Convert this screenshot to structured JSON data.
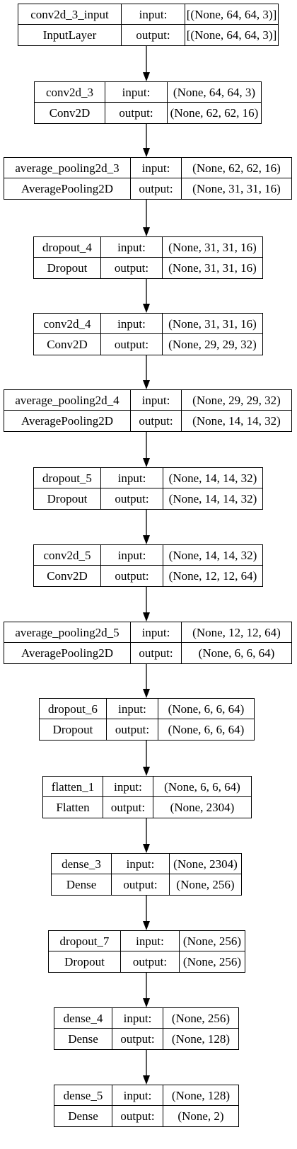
{
  "layers": [
    {
      "name": "conv2d_3_input",
      "type": "InputLayer",
      "input_label": "input:",
      "output_label": "output:",
      "input": "[(None, 64, 64, 3)]",
      "output": "[(None, 64, 64, 3)]"
    },
    {
      "name": "conv2d_3",
      "type": "Conv2D",
      "input_label": "input:",
      "output_label": "output:",
      "input": "(None, 64, 64, 3)",
      "output": "(None, 62, 62, 16)"
    },
    {
      "name": "average_pooling2d_3",
      "type": "AveragePooling2D",
      "input_label": "input:",
      "output_label": "output:",
      "input": "(None, 62, 62, 16)",
      "output": "(None, 31, 31, 16)"
    },
    {
      "name": "dropout_4",
      "type": "Dropout",
      "input_label": "input:",
      "output_label": "output:",
      "input": "(None, 31, 31, 16)",
      "output": "(None, 31, 31, 16)"
    },
    {
      "name": "conv2d_4",
      "type": "Conv2D",
      "input_label": "input:",
      "output_label": "output:",
      "input": "(None, 31, 31, 16)",
      "output": "(None, 29, 29, 32)"
    },
    {
      "name": "average_pooling2d_4",
      "type": "AveragePooling2D",
      "input_label": "input:",
      "output_label": "output:",
      "input": "(None, 29, 29, 32)",
      "output": "(None, 14, 14, 32)"
    },
    {
      "name": "dropout_5",
      "type": "Dropout",
      "input_label": "input:",
      "output_label": "output:",
      "input": "(None, 14, 14, 32)",
      "output": "(None, 14, 14, 32)"
    },
    {
      "name": "conv2d_5",
      "type": "Conv2D",
      "input_label": "input:",
      "output_label": "output:",
      "input": "(None, 14, 14, 32)",
      "output": "(None, 12, 12, 64)"
    },
    {
      "name": "average_pooling2d_5",
      "type": "AveragePooling2D",
      "input_label": "input:",
      "output_label": "output:",
      "input": "(None, 12, 12, 64)",
      "output": "(None, 6, 6, 64)"
    },
    {
      "name": "dropout_6",
      "type": "Dropout",
      "input_label": "input:",
      "output_label": "output:",
      "input": "(None, 6, 6, 64)",
      "output": "(None, 6, 6, 64)"
    },
    {
      "name": "flatten_1",
      "type": "Flatten",
      "input_label": "input:",
      "output_label": "output:",
      "input": "(None, 6, 6, 64)",
      "output": "(None, 2304)"
    },
    {
      "name": "dense_3",
      "type": "Dense",
      "input_label": "input:",
      "output_label": "output:",
      "input": "(None, 2304)",
      "output": "(None, 256)"
    },
    {
      "name": "dropout_7",
      "type": "Dropout",
      "input_label": "input:",
      "output_label": "output:",
      "input": "(None, 256)",
      "output": "(None, 256)"
    },
    {
      "name": "dense_4",
      "type": "Dense",
      "input_label": "input:",
      "output_label": "output:",
      "input": "(None, 256)",
      "output": "(None, 128)"
    },
    {
      "name": "dense_5",
      "type": "Dense",
      "input_label": "input:",
      "output_label": "output:",
      "input": "(None, 128)",
      "output": "(None, 2)"
    }
  ]
}
